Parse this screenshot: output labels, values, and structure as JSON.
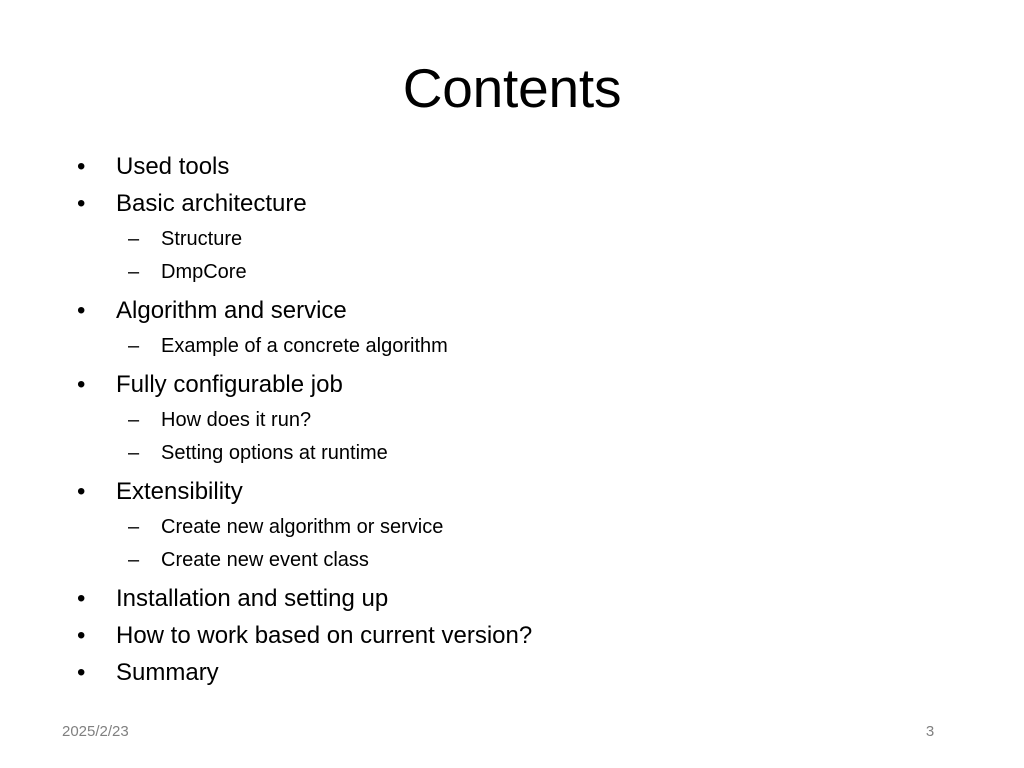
{
  "slide": {
    "title": "Contents",
    "background_color": "#ffffff",
    "text_color": "#000000",
    "footer_color": "#808080"
  },
  "outline": [
    {
      "level": 1,
      "marker": "•",
      "text": "Used tools"
    },
    {
      "level": 1,
      "marker": "•",
      "text": "Basic architecture"
    },
    {
      "level": 2,
      "marker": "–",
      "text": "Structure"
    },
    {
      "level": 2,
      "marker": "–",
      "text": "DmpCore"
    },
    {
      "level": 1,
      "marker": "•",
      "text": "Algorithm and service"
    },
    {
      "level": 2,
      "marker": "–",
      "text": "Example of a concrete algorithm"
    },
    {
      "level": 1,
      "marker": "•",
      "text": "Fully configurable job"
    },
    {
      "level": 2,
      "marker": "–",
      "text": "How does it run?"
    },
    {
      "level": 2,
      "marker": "–",
      "text": "Setting options at runtime"
    },
    {
      "level": 1,
      "marker": "•",
      "text": "Extensibility"
    },
    {
      "level": 2,
      "marker": "–",
      "text": "Create new algorithm or service"
    },
    {
      "level": 2,
      "marker": "–",
      "text": "Create new event class"
    },
    {
      "level": 1,
      "marker": "•",
      "text": "Installation and setting up"
    },
    {
      "level": 1,
      "marker": "•",
      "text": "How to work based on current version?"
    },
    {
      "level": 1,
      "marker": "•",
      "text": "Summary"
    }
  ],
  "footer": {
    "date": "2025/2/23",
    "page_number": "3"
  }
}
